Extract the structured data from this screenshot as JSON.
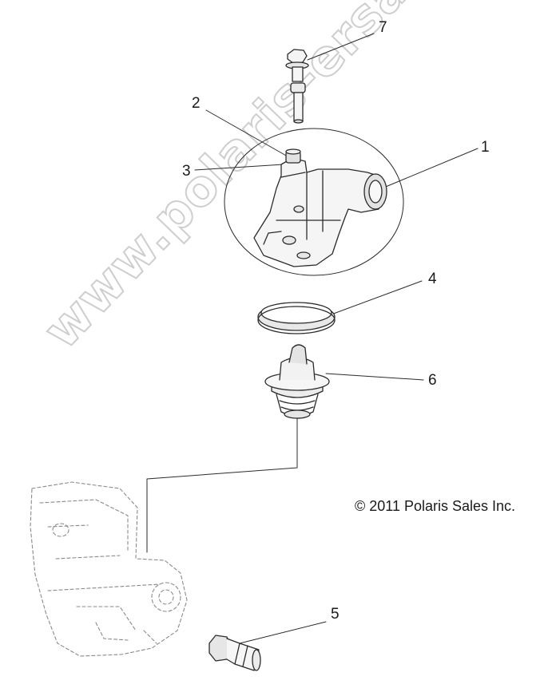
{
  "callouts": {
    "c1": "1",
    "c2": "2",
    "c3": "3",
    "c4": "4",
    "c5": "5",
    "c6": "6",
    "c7": "7"
  },
  "copyright": "© 2011 Polaris Sales Inc.",
  "watermark": "www.polaris-ersatzteile.de",
  "parts": [
    {
      "number": "1",
      "icon": "thermostat-housing-icon"
    },
    {
      "number": "2",
      "icon": "bleed-screw-icon"
    },
    {
      "number": "3",
      "icon": "screw-seal-icon"
    },
    {
      "number": "4",
      "icon": "seal-ring-icon"
    },
    {
      "number": "5",
      "icon": "hose-fitting-icon"
    },
    {
      "number": "6",
      "icon": "thermostat-icon"
    },
    {
      "number": "7",
      "icon": "flange-bolt-icon"
    }
  ]
}
